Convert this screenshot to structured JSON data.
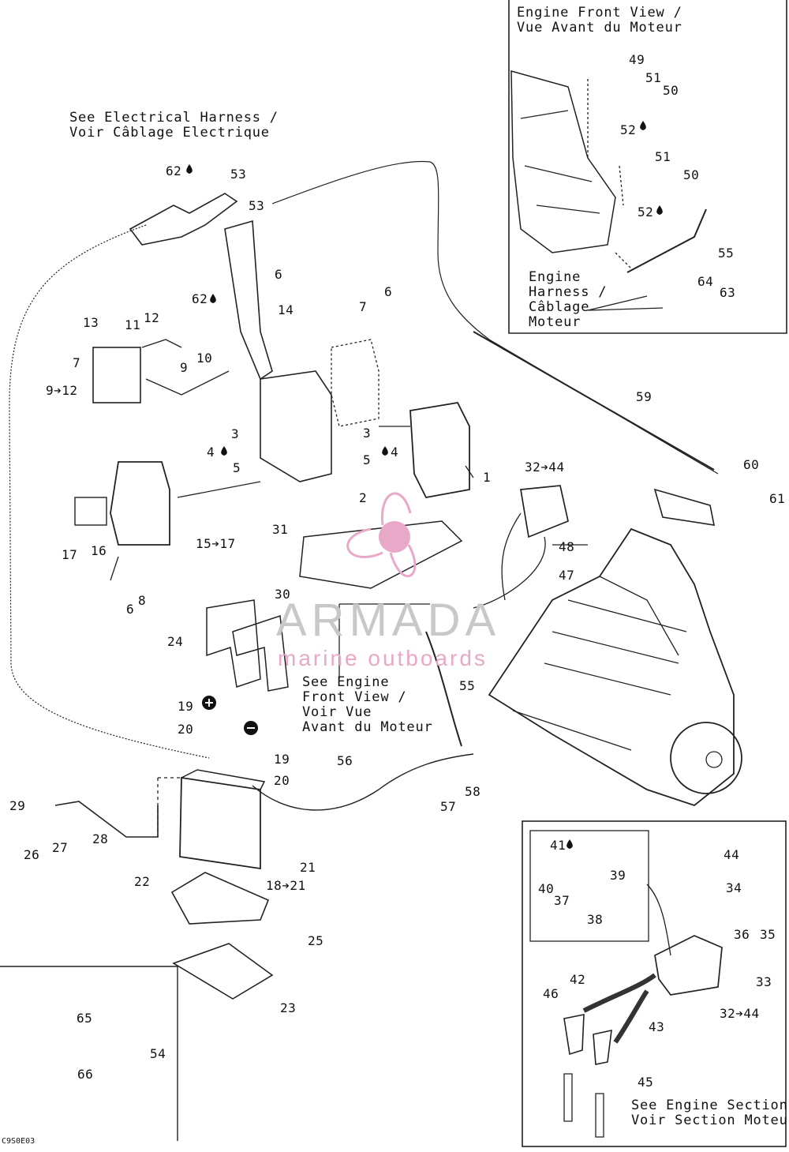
{
  "notes": {
    "harness": "See Electrical Harness /\nVoir Câblage Electrique",
    "engine_front_view": "Engine Front View /\nVue Avant du Moteur",
    "engine_harness": "Engine\nHarness /\nCâblage\nMoteur",
    "see_engine_front": "See Engine\nFront View /\nVoir Vue\nAvant du Moteur",
    "see_engine_section": "See Engine Section /\nVoir Section Moteur"
  },
  "watermark": {
    "name": "ARMADA",
    "tagline": "marine outboards"
  },
  "drawing_code": "C9S0E03",
  "callouts": [
    {
      "id": "c62a",
      "text": "62"
    },
    {
      "id": "c53a",
      "text": "53"
    },
    {
      "id": "c53b",
      "text": "53"
    },
    {
      "id": "c6a",
      "text": "6"
    },
    {
      "id": "c62b",
      "text": "62"
    },
    {
      "id": "c14",
      "text": "14"
    },
    {
      "id": "c6b",
      "text": "6"
    },
    {
      "id": "c7a",
      "text": "7"
    },
    {
      "id": "c13",
      "text": "13"
    },
    {
      "id": "c12",
      "text": "12"
    },
    {
      "id": "c11",
      "text": "11"
    },
    {
      "id": "c7b",
      "text": "7"
    },
    {
      "id": "c10",
      "text": "10"
    },
    {
      "id": "c9",
      "text": "9"
    },
    {
      "id": "c9to12",
      "text": "9➔12"
    },
    {
      "id": "c3a",
      "text": "3"
    },
    {
      "id": "c3b",
      "text": "3"
    },
    {
      "id": "c4a",
      "text": "4"
    },
    {
      "id": "c4b",
      "text": "4"
    },
    {
      "id": "c5a",
      "text": "5"
    },
    {
      "id": "c5b",
      "text": "5"
    },
    {
      "id": "c1",
      "text": "1"
    },
    {
      "id": "c2",
      "text": "2"
    },
    {
      "id": "c59",
      "text": "59"
    },
    {
      "id": "c60",
      "text": "60"
    },
    {
      "id": "c61",
      "text": "61"
    },
    {
      "id": "c32to44a",
      "text": "32➔44"
    },
    {
      "id": "c48",
      "text": "48"
    },
    {
      "id": "c47",
      "text": "47"
    },
    {
      "id": "c31",
      "text": "31"
    },
    {
      "id": "c30",
      "text": "30"
    },
    {
      "id": "c15to17",
      "text": "15➔17"
    },
    {
      "id": "c17",
      "text": "17"
    },
    {
      "id": "c16",
      "text": "16"
    },
    {
      "id": "c8",
      "text": "8"
    },
    {
      "id": "c6c",
      "text": "6"
    },
    {
      "id": "c24",
      "text": "24"
    },
    {
      "id": "c55a",
      "text": "55"
    },
    {
      "id": "c19a",
      "text": "19"
    },
    {
      "id": "c20a",
      "text": "20"
    },
    {
      "id": "c19b",
      "text": "19"
    },
    {
      "id": "c20b",
      "text": "20"
    },
    {
      "id": "c56",
      "text": "56"
    },
    {
      "id": "c58",
      "text": "58"
    },
    {
      "id": "c57",
      "text": "57"
    },
    {
      "id": "c29",
      "text": "29"
    },
    {
      "id": "c28",
      "text": "28"
    },
    {
      "id": "c26",
      "text": "26"
    },
    {
      "id": "c27",
      "text": "27"
    },
    {
      "id": "c21",
      "text": "21"
    },
    {
      "id": "c18to21",
      "text": "18➔21"
    },
    {
      "id": "c22",
      "text": "22"
    },
    {
      "id": "c25",
      "text": "25"
    },
    {
      "id": "c23",
      "text": "23"
    },
    {
      "id": "c65",
      "text": "65"
    },
    {
      "id": "c54",
      "text": "54"
    },
    {
      "id": "c66",
      "text": "66"
    },
    {
      "id": "c49",
      "text": "49"
    },
    {
      "id": "c51a",
      "text": "51"
    },
    {
      "id": "c50a",
      "text": "50"
    },
    {
      "id": "c52a",
      "text": "52"
    },
    {
      "id": "c51b",
      "text": "51"
    },
    {
      "id": "c50b",
      "text": "50"
    },
    {
      "id": "c52b",
      "text": "52"
    },
    {
      "id": "c55b",
      "text": "55"
    },
    {
      "id": "c64",
      "text": "64"
    },
    {
      "id": "c63",
      "text": "63"
    },
    {
      "id": "c41",
      "text": "41"
    },
    {
      "id": "c40",
      "text": "40"
    },
    {
      "id": "c37",
      "text": "37"
    },
    {
      "id": "c39",
      "text": "39"
    },
    {
      "id": "c38",
      "text": "38"
    },
    {
      "id": "c44",
      "text": "44"
    },
    {
      "id": "c34",
      "text": "34"
    },
    {
      "id": "c36",
      "text": "36"
    },
    {
      "id": "c35",
      "text": "35"
    },
    {
      "id": "c33",
      "text": "33"
    },
    {
      "id": "c32to44b",
      "text": "32➔44"
    },
    {
      "id": "c42",
      "text": "42"
    },
    {
      "id": "c46",
      "text": "46"
    },
    {
      "id": "c43",
      "text": "43"
    },
    {
      "id": "c45",
      "text": "45"
    }
  ]
}
